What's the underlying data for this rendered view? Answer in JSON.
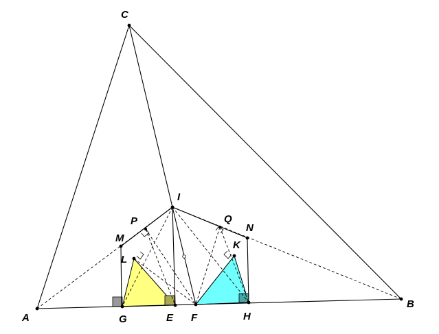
{
  "figure": {
    "points": [
      "A",
      "B",
      "C",
      "I",
      "P",
      "Q",
      "M",
      "N",
      "L",
      "K",
      "G",
      "E",
      "F",
      "H"
    ],
    "colors": {
      "yellow_triangle": "#ffff80",
      "cyan_triangle": "#70ffff",
      "right_angle_marker": "#999999",
      "line": "#000000",
      "background": "#ffffff"
    }
  },
  "labels": {
    "A": "A",
    "B": "B",
    "C": "C",
    "I": "I",
    "P": "P",
    "Q": "Q",
    "M": "M",
    "N": "N",
    "L": "L",
    "K": "K",
    "G": "G",
    "E": "E",
    "F": "F",
    "H": "H"
  }
}
